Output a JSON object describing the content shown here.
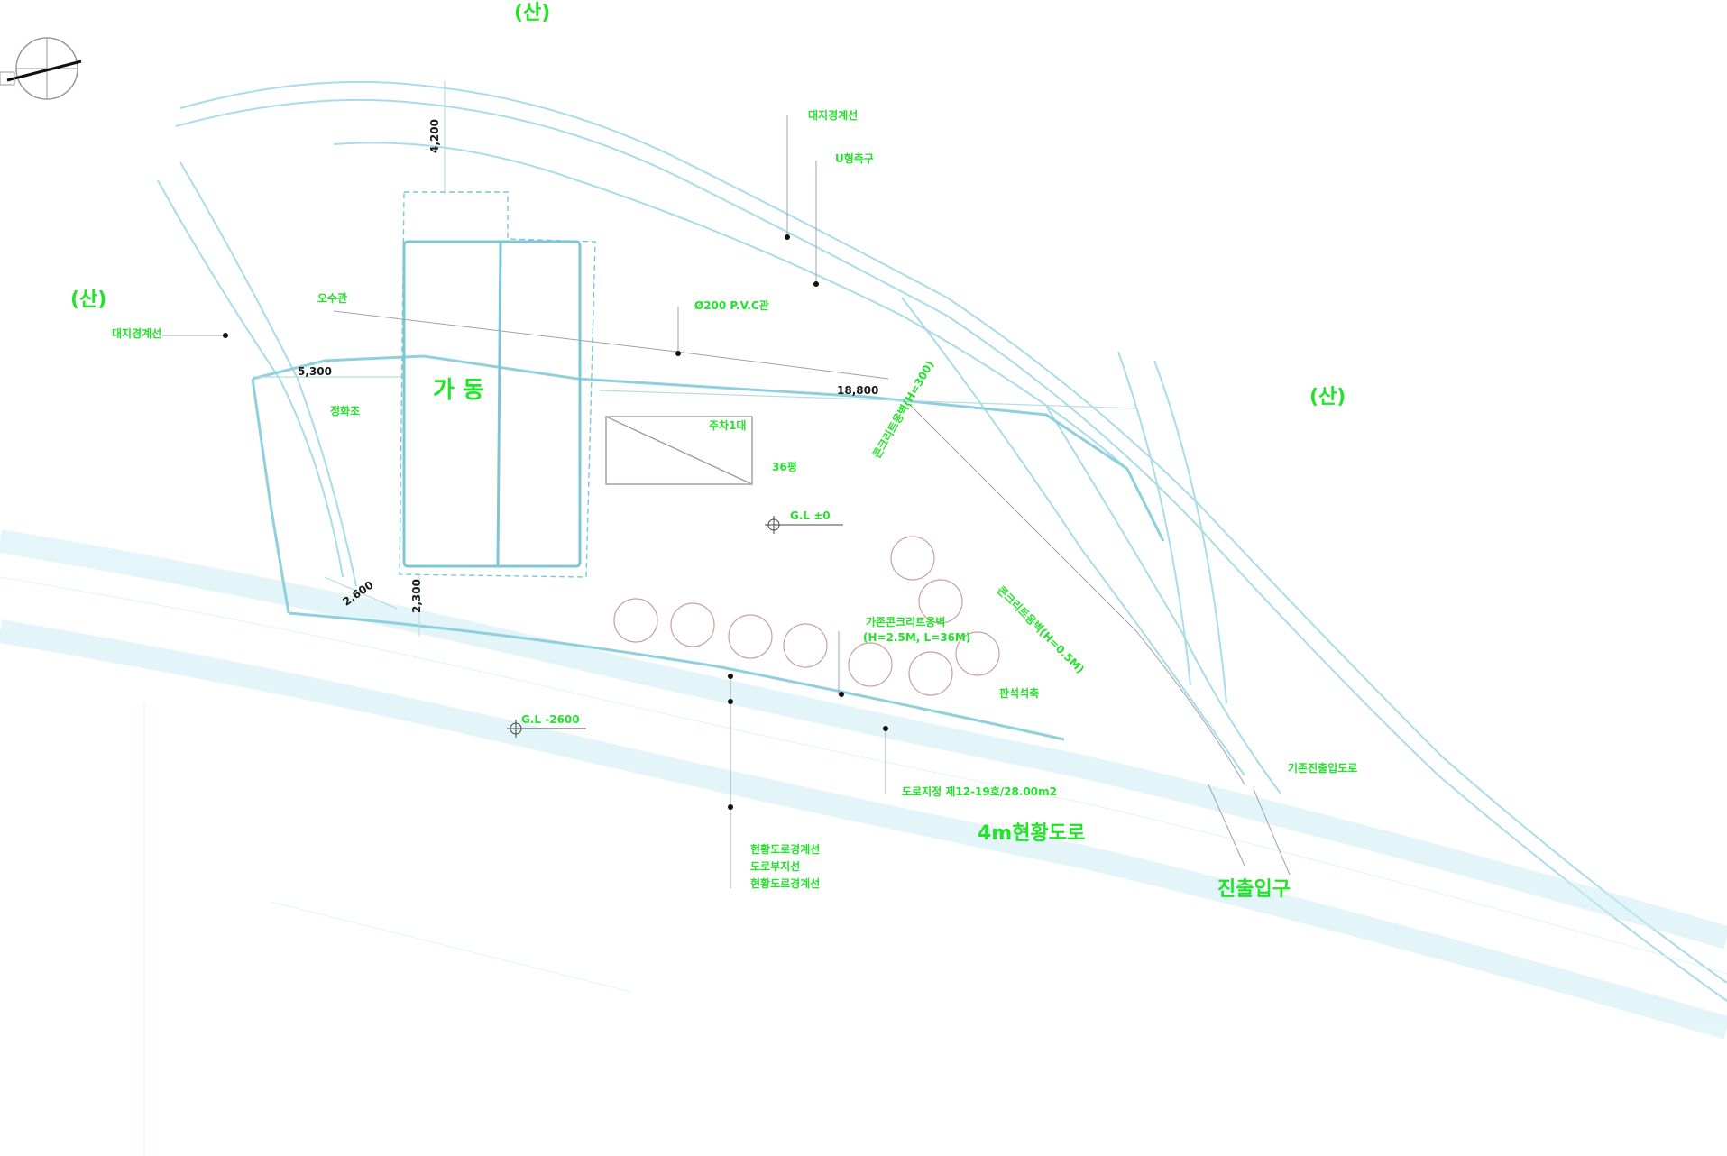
{
  "labels": {
    "mountain_top": "(산)",
    "mountain_left": "(산)",
    "mountain_right": "(산)",
    "boundary_top": "대지경계선",
    "boundary_left": "대지경계선",
    "drain_u": "U형측구",
    "water_pipe": "오수관",
    "pvc_pipe": "Ø200 P.V.C관",
    "septic": "정화조",
    "building": "가 동",
    "parking": "주차1대",
    "parking_size": "36평",
    "gl_zero": "G.L ±0",
    "gl_minus": "G.L -2600",
    "retaining_top": "가존콘크리트옹벽",
    "retaining_spec": "(H=2.5M, L=36M)",
    "concrete_slope": "콘크리트옹벽(H=0.5M)",
    "stone": "판석석축",
    "road_edge": "현황도로경계선",
    "road_side": "도로부지선",
    "road_edge2": "현황도로경계선",
    "road_area": "도로지정 제12-19호/28.00m2",
    "road_4m": "4m현황도로",
    "entrance": "진출입구",
    "existing_gate": "기존진출입도로",
    "slope_top": "콘크리트옹벽(H=300)"
  },
  "dimensions": {
    "d4200": "4,200",
    "d5300": "5,300",
    "d18800": "18,800",
    "d2600": "2,600",
    "d2300": "2,300"
  },
  "colors": {
    "label": "#22e22a",
    "terrain": "#9fd8e8",
    "outline": "#7cc7d6",
    "dim": "#1a1a1a"
  },
  "icons": [
    "north-arrow-icon",
    "level-marker-icon",
    "tree-icon"
  ]
}
